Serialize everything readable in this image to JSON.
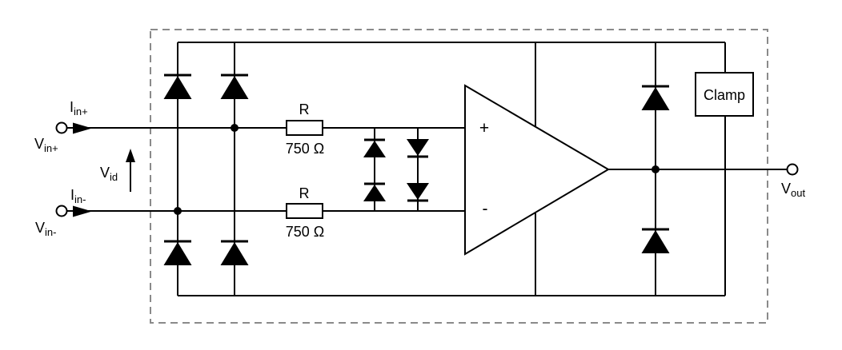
{
  "colors": {
    "background": "#ffffff",
    "line": "#000000",
    "dashed_border": "#8a8a8a"
  },
  "terminals": {
    "iin_plus": {
      "main": "I",
      "sub": "in+"
    },
    "vin_plus": {
      "main": "V",
      "sub": "in+"
    },
    "vid": {
      "main": "V",
      "sub": "id"
    },
    "iin_minus": {
      "main": "I",
      "sub": "in-"
    },
    "vin_minus": {
      "main": "V",
      "sub": "in-"
    },
    "vout": {
      "main": "V",
      "sub": "out"
    }
  },
  "resistors": {
    "r1": {
      "label": "R",
      "value": "750 Ω"
    },
    "r2": {
      "label": "R",
      "value": "750 Ω"
    }
  },
  "opamp": {
    "plus_input": "+",
    "minus_input": "-"
  },
  "clamp": {
    "label": "Clamp"
  }
}
